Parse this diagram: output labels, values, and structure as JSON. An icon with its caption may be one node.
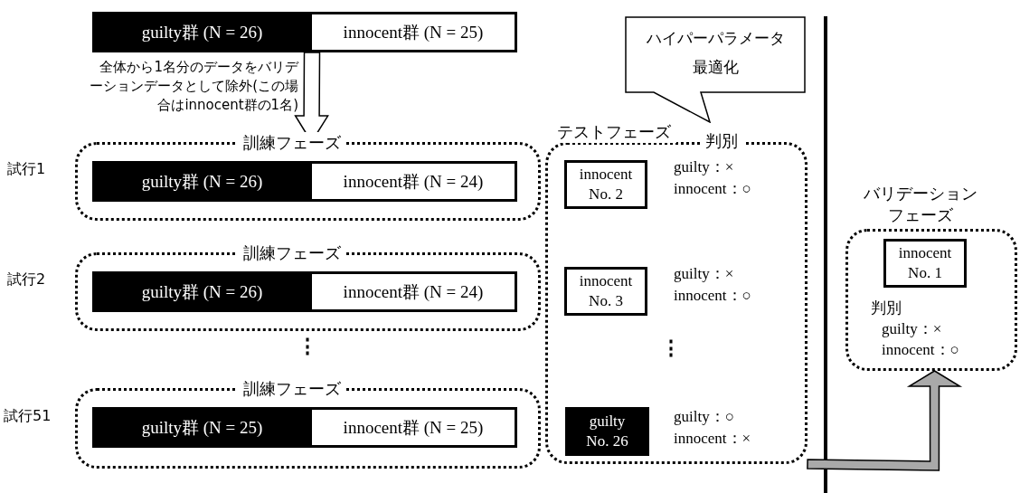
{
  "diagram": {
    "nodes": [
      {
        "text": [
          "guilty群 (N = 26)"
        ]
      },
      {
        "text": [
          "innocent群 (N = 25)"
        ]
      },
      {
        "text": [
          "訓練フェーズ"
        ],
        "beside": [
          "試行1"
        ]
      },
      {
        "text": [
          "guilty群 (N = 26)"
        ],
        "in": 2
      },
      {
        "text": [
          "innocent群 (N = 24)"
        ],
        "in": 2
      },
      {
        "text": [
          "訓練フェーズ"
        ],
        "beside": [
          "試行2"
        ]
      },
      {
        "text": [
          "guilty群 (N = 26)"
        ],
        "in": 5
      },
      {
        "text": [
          "innocent群 (N = 24)"
        ],
        "in": 5
      },
      {
        "text": [
          "訓練フェーズ"
        ],
        "beside": [
          "試行51"
        ]
      },
      {
        "text": [
          "guilty群 (N = 25)"
        ],
        "in": 8
      },
      {
        "text": [
          "innocent群 (N = 25)"
        ],
        "in": 8
      },
      {
        "text": [
          "テストフェーズ",
          "判別"
        ]
      },
      {
        "text": [
          "innocent No. 2"
        ],
        "in": 11,
        "beside": [
          "guilty：×",
          "innocent：○"
        ]
      },
      {
        "text": [
          "innocent No. 3"
        ],
        "in": 11,
        "beside": [
          "guilty：×",
          "innocent：○"
        ]
      },
      {
        "text": [
          "guilty No. 26"
        ],
        "in": 11,
        "beside": [
          "guilty：○",
          "innocent：×"
        ]
      },
      {
        "text": [
          "ハイパーパラメータ最適化"
        ]
      },
      {
        "text": [
          "バリデーションフェーズ"
        ]
      },
      {
        "text": [
          "innocent No. 1"
        ],
        "in": 16,
        "beside": [
          "判別",
          "guilty：×",
          "innocent：○"
        ]
      }
    ],
    "edges": [
      {
        "from": 1,
        "to": 2,
        "arrow": "to",
        "style": "thick",
        "label": "全体から1名分のデータをバリデーションデータとして除外(この場合はinnocent群の1名)"
      },
      {
        "from": 11,
        "to": 16,
        "arrow": "to",
        "style": "thick",
        "color": "#a9a9a9"
      }
    ],
    "labels": [
      "⋮",
      "⋮"
    ]
  }
}
